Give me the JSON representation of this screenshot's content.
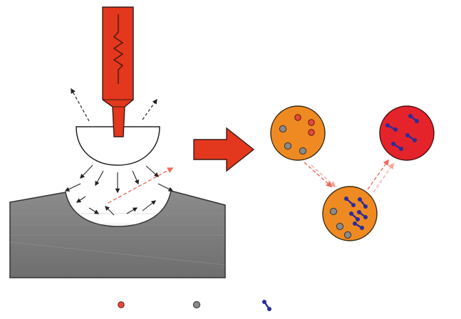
{
  "colors": {
    "probe_red": "#e3371e",
    "probe_outline": "#3a1a14",
    "block_gray": "#7b7b7b",
    "block_gray_dark": "#6a6a6a",
    "arrow_red": "#e3371e",
    "particle_orange": "#ef8a22",
    "particle_red": "#e5232b",
    "gray_dot": "#8a8a8a",
    "red_dot": "#e8483b",
    "blue_dimer": "#2c2c9a",
    "dashed_red": "#ef6a5a",
    "dashed_black": "#222222"
  },
  "legend": {
    "items": [
      {
        "symbol": "red-ion",
        "label": ""
      },
      {
        "symbol": "gray-atom",
        "label": ""
      },
      {
        "symbol": "blue-dimer",
        "label": ""
      }
    ]
  },
  "icons": {
    "probe": "sonotrode-probe-icon",
    "resistor": "zigzag-resistor-icon",
    "big_arrow": "right-arrow-icon"
  }
}
